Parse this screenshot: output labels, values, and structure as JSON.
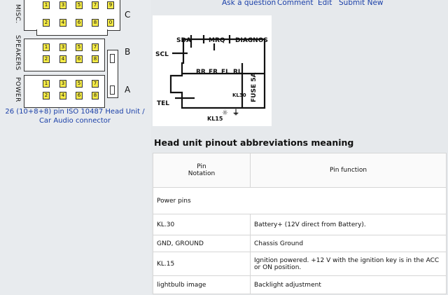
{
  "nav": {
    "ask": "Ask a question",
    "comment": "Comment",
    "edit": "Edit",
    "submit": "Submit New"
  },
  "connector": {
    "groups": [
      {
        "label": "MISC.",
        "letter": "C",
        "top_pins": [
          "1",
          "3",
          "5",
          "7",
          "9"
        ],
        "bottom_pins": [
          "2",
          "4",
          "6",
          "8",
          "0"
        ]
      },
      {
        "label": "SPEAKERS",
        "letter": "B",
        "top_pins": [
          "1",
          "3",
          "5",
          "7"
        ],
        "bottom_pins": [
          "2",
          "4",
          "6",
          "8"
        ]
      },
      {
        "label": "POWER",
        "letter": "A",
        "top_pins": [
          "1",
          "3",
          "5",
          "7"
        ],
        "bottom_pins": [
          "2",
          "4",
          "6",
          "8"
        ]
      }
    ],
    "caption": "26 (10+8+8) pin ISO 10487 Head Unit / Car Audio connector"
  },
  "diagram": {
    "labels": {
      "sda": "SDA",
      "mrq": "MRQ",
      "diagnos": "DIAGNOS",
      "scl": "SCL",
      "tel": "TEL",
      "rr": "RR",
      "fr": "FR",
      "fl": "FL",
      "rl": "RL",
      "fuse": "FUSE 5A",
      "kl30": "KL30",
      "kl15": "KL15"
    }
  },
  "section_title": "Head unit pinout abbreviations meaning",
  "table": {
    "headers": [
      "Pin\nNotation",
      "Pin function"
    ],
    "rows": [
      {
        "pin": "Power pins",
        "func": ""
      },
      {
        "pin": "KL.30",
        "func": "Battery+  (12V direct from Battery)."
      },
      {
        "pin": "GND, GROUND",
        "func": "Chassis Ground"
      },
      {
        "pin": "KL.15",
        "func": "Ignition powered. +12 V with the ignition key is in the ACC or ON position."
      },
      {
        "pin": "lightbulb image",
        "func": "Backlight adjustment"
      }
    ]
  }
}
